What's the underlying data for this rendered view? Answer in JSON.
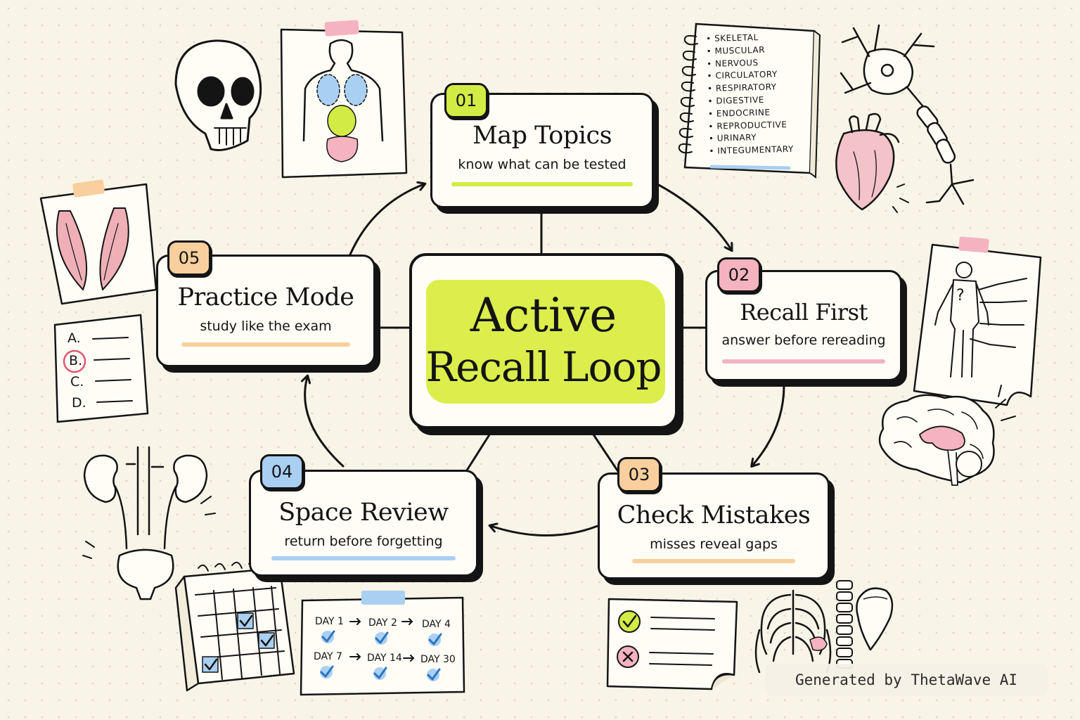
{
  "center": {
    "line1": "Active",
    "line2": "Recall Loop"
  },
  "steps": [
    {
      "num": "01",
      "title": "Map Topics",
      "sub": "know what can be tested",
      "badge_color": "#d3ec45",
      "underline_color": "#d3ec45"
    },
    {
      "num": "02",
      "title": "Recall First",
      "sub": "answer before rereading",
      "badge_color": "#f5b3c0",
      "underline_color": "#f5b3c0"
    },
    {
      "num": "03",
      "title": "Check Mistakes",
      "sub": "misses reveal gaps",
      "badge_color": "#f8cf9d",
      "underline_color": "#f8cf9d"
    },
    {
      "num": "04",
      "title": "Space Review",
      "sub": "return before forgetting",
      "badge_color": "#a9cff2",
      "underline_color": "#a9cff2"
    },
    {
      "num": "05",
      "title": "Practice Mode",
      "sub": "study like the exam",
      "badge_color": "#f8cf9d",
      "underline_color": "#f8cf9d"
    }
  ],
  "body_systems": [
    "SKELETAL",
    "MUSCULAR",
    "NERVOUS",
    "CIRCULATORY",
    "RESPIRATORY",
    "DIGESTIVE",
    "ENDOCRINE",
    "REPRODUCTIVE",
    "URINARY",
    "INTEGUMENTARY"
  ],
  "quiz_options": [
    "A.",
    "B.",
    "C.",
    "D."
  ],
  "schedule": [
    "DAY 1",
    "DAY 2",
    "DAY 4",
    "DAY 7",
    "DAY 14",
    "DAY 30"
  ],
  "question_mark": "?",
  "watermark": "Generated by ThetaWave AI",
  "icons": [
    "skull-icon",
    "torso-anatomy-icon",
    "muscle-icon",
    "neuron-icon",
    "heart-icon",
    "body-diagram-icon",
    "brain-icon",
    "kidney-icon",
    "calendar-icon",
    "checklist-icon",
    "ribcage-icon",
    "spine-icon",
    "shoulder-blade-icon"
  ]
}
